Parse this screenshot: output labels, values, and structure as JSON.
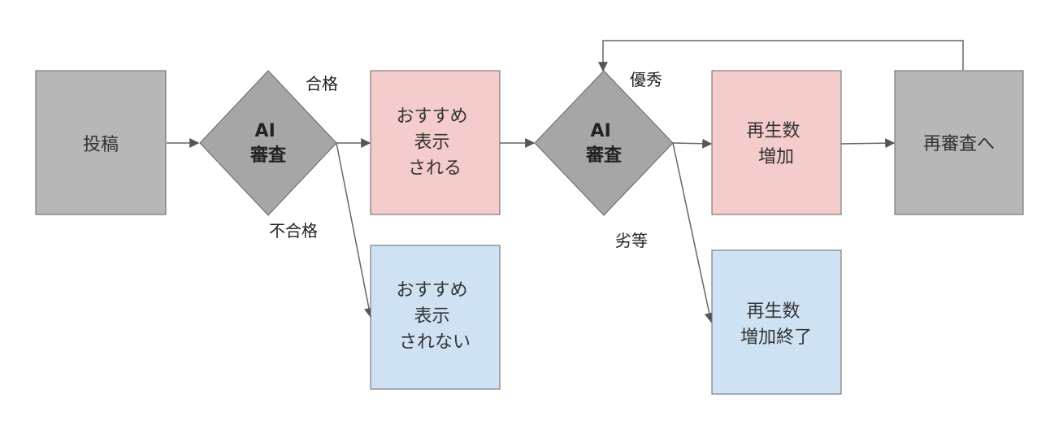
{
  "colors": {
    "gray_box": "#b7b7b7",
    "gray_diamond": "#a6a6a6",
    "pink_box": "#f4cccc",
    "blue_box": "#cfe2f3",
    "border": "#666666",
    "edge": "#666666"
  },
  "nodes": {
    "post": {
      "lines": [
        "投稿"
      ]
    },
    "ai_review_1": {
      "lines": [
        "AI",
        "審査"
      ]
    },
    "recommend_shown": {
      "lines": [
        "おすすめ",
        "表示",
        "される"
      ]
    },
    "recommend_not_shown": {
      "lines": [
        "おすすめ",
        "表示",
        "されない"
      ]
    },
    "ai_review_2": {
      "lines": [
        "AI",
        "審査"
      ]
    },
    "views_increase": {
      "lines": [
        "再生数",
        "増加"
      ]
    },
    "views_increase_end": {
      "lines": [
        "再生数",
        "増加終了"
      ]
    },
    "re_review": {
      "lines": [
        "再審査へ"
      ]
    }
  },
  "edge_labels": {
    "pass": "合格",
    "fail": "不合格",
    "excellent": "優秀",
    "inferior": "劣等"
  }
}
